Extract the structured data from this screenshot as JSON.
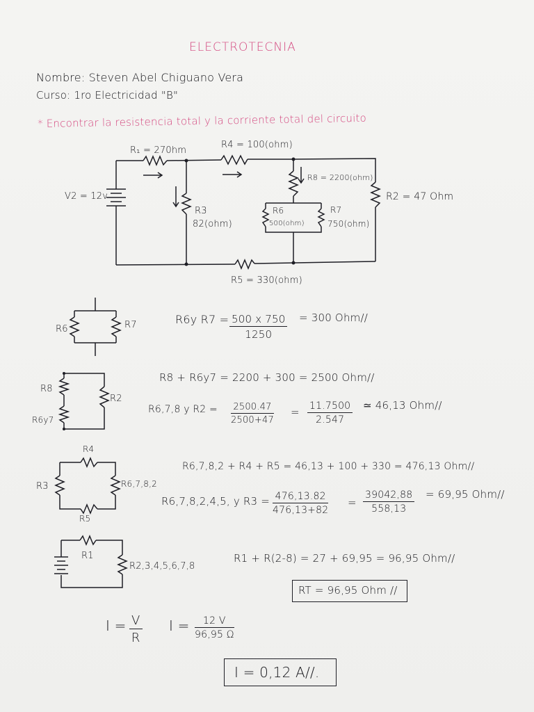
{
  "header": {
    "title": "ELECTROTECNIA",
    "name_line": "Nombre: Steven Abel Chiguano Vera",
    "course_line": "Curso: 1ro Electricidad \"B\"",
    "task_line": "* Encontrar la resistencia total y la corriente total del circuito"
  },
  "circuit": {
    "r1": "R₁ = 270hm",
    "r4": "R4 = 100(ohm)",
    "r8": "R8 = 2200(ohm)",
    "r2": "R2 = 47 Ohm",
    "v2": "V2 = 12v",
    "r3_name": "R3",
    "r3_val": "82(ohm)",
    "r6_name": "R6",
    "r6_val": "500(ohm)",
    "r7_name": "R7",
    "r7_val": "750(ohm)",
    "r5": "R5 = 330(ohm)"
  },
  "step1": {
    "lbl_r6": "R6",
    "lbl_r7": "R7",
    "lhs": "R6y R7 =",
    "num": "500 x 750",
    "den": "1250",
    "result": "= 300 Ohm//"
  },
  "step2": {
    "lbl_r8": "R8",
    "lbl_r2": "R2",
    "lbl_r6y7": "R6y7",
    "eq1": "R8 + R6y7  = 2200 + 300 = 2500 Ohm//",
    "lhs2": "R6,7,8 y R2 =",
    "num1": "2500.47",
    "den1": "2500+47",
    "eq": "=",
    "num2": "11.7500",
    "den2": "2.547",
    "result": "≃ 46,13 Ohm//"
  },
  "step3": {
    "lbl_r4": "R4",
    "lbl_r3": "R3",
    "lbl_r678": "R6,7,8,2",
    "lbl_r5": "R5",
    "eq1": "R6,7,8,2 + R4 + R5 = 46,13 + 100 + 330 = 476,13 Ohm//",
    "lhs2": "R6,7,8,2,4,5, y R3 =",
    "num1": "476,13.82",
    "den1": "476,13+82",
    "eq": "=",
    "num2": "39042,88",
    "den2": "558,13",
    "result": "= 69,95 Ohm//"
  },
  "step4": {
    "lbl_r1": "R1",
    "lbl_rest": "R2,3,4,5,6,7,8",
    "eq1": "R1 + R(2-8) = 27 + 69,95 = 96,95 Ohm//",
    "rt": "RT = 96,95 Ohm //"
  },
  "current": {
    "i1_lhs": "I =",
    "i1_num": "V",
    "i1_den": "R",
    "i2_lhs": "I =",
    "i2_num": "12 V",
    "i2_den": "96,95 Ω",
    "final": "I = 0,12 A//."
  }
}
